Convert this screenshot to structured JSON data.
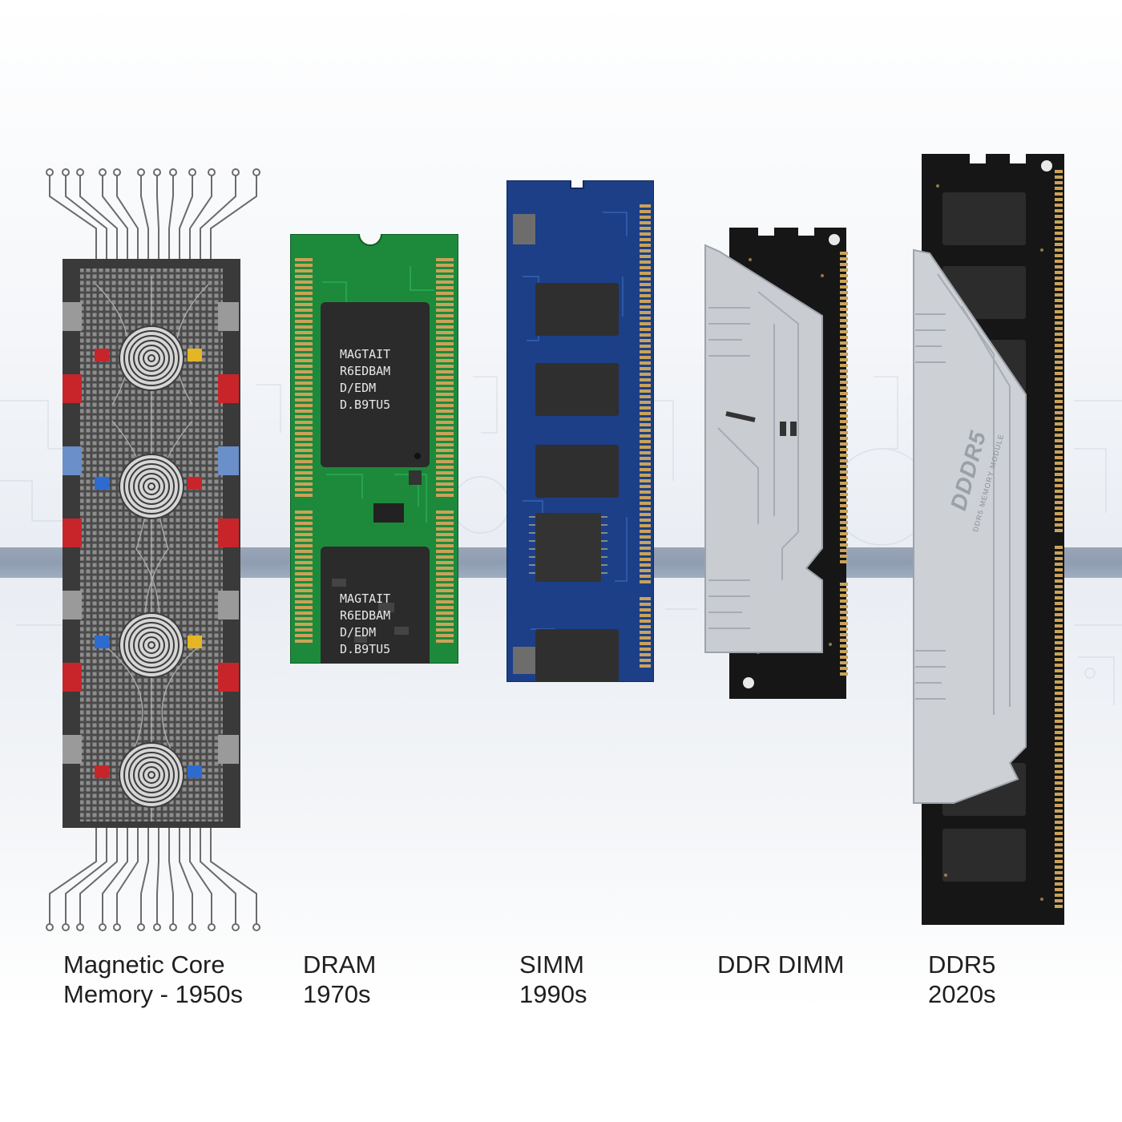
{
  "modules": [
    {
      "id": "core",
      "line1": "Magnetic Core",
      "line2": "Memory - 1950s"
    },
    {
      "id": "dram",
      "line1": "DRAM",
      "line2": "1970s",
      "chip_text": [
        "MAGTAIT",
        "R6EDBAM",
        "D/EDM",
        "D.B9TU5"
      ]
    },
    {
      "id": "simm",
      "line1": "SIMM",
      "line2": "1990s"
    },
    {
      "id": "ddr",
      "line1": "DDR DIMM",
      "line2": ""
    },
    {
      "id": "ddr5",
      "line1": "DDR5",
      "line2": "2020s",
      "heatsink_text": "DDDR5",
      "heatsink_subtext": "DDR5 MEMORY MODULE"
    }
  ],
  "colors": {
    "core_board": "#454545",
    "dram_pcb": "#1d8a3b",
    "simm_pcb": "#1c3f87",
    "dimm_pcb": "#151515",
    "gold": "#c9a35a",
    "heatsink": "#c9ccd1",
    "band": "#7f8fa7"
  }
}
